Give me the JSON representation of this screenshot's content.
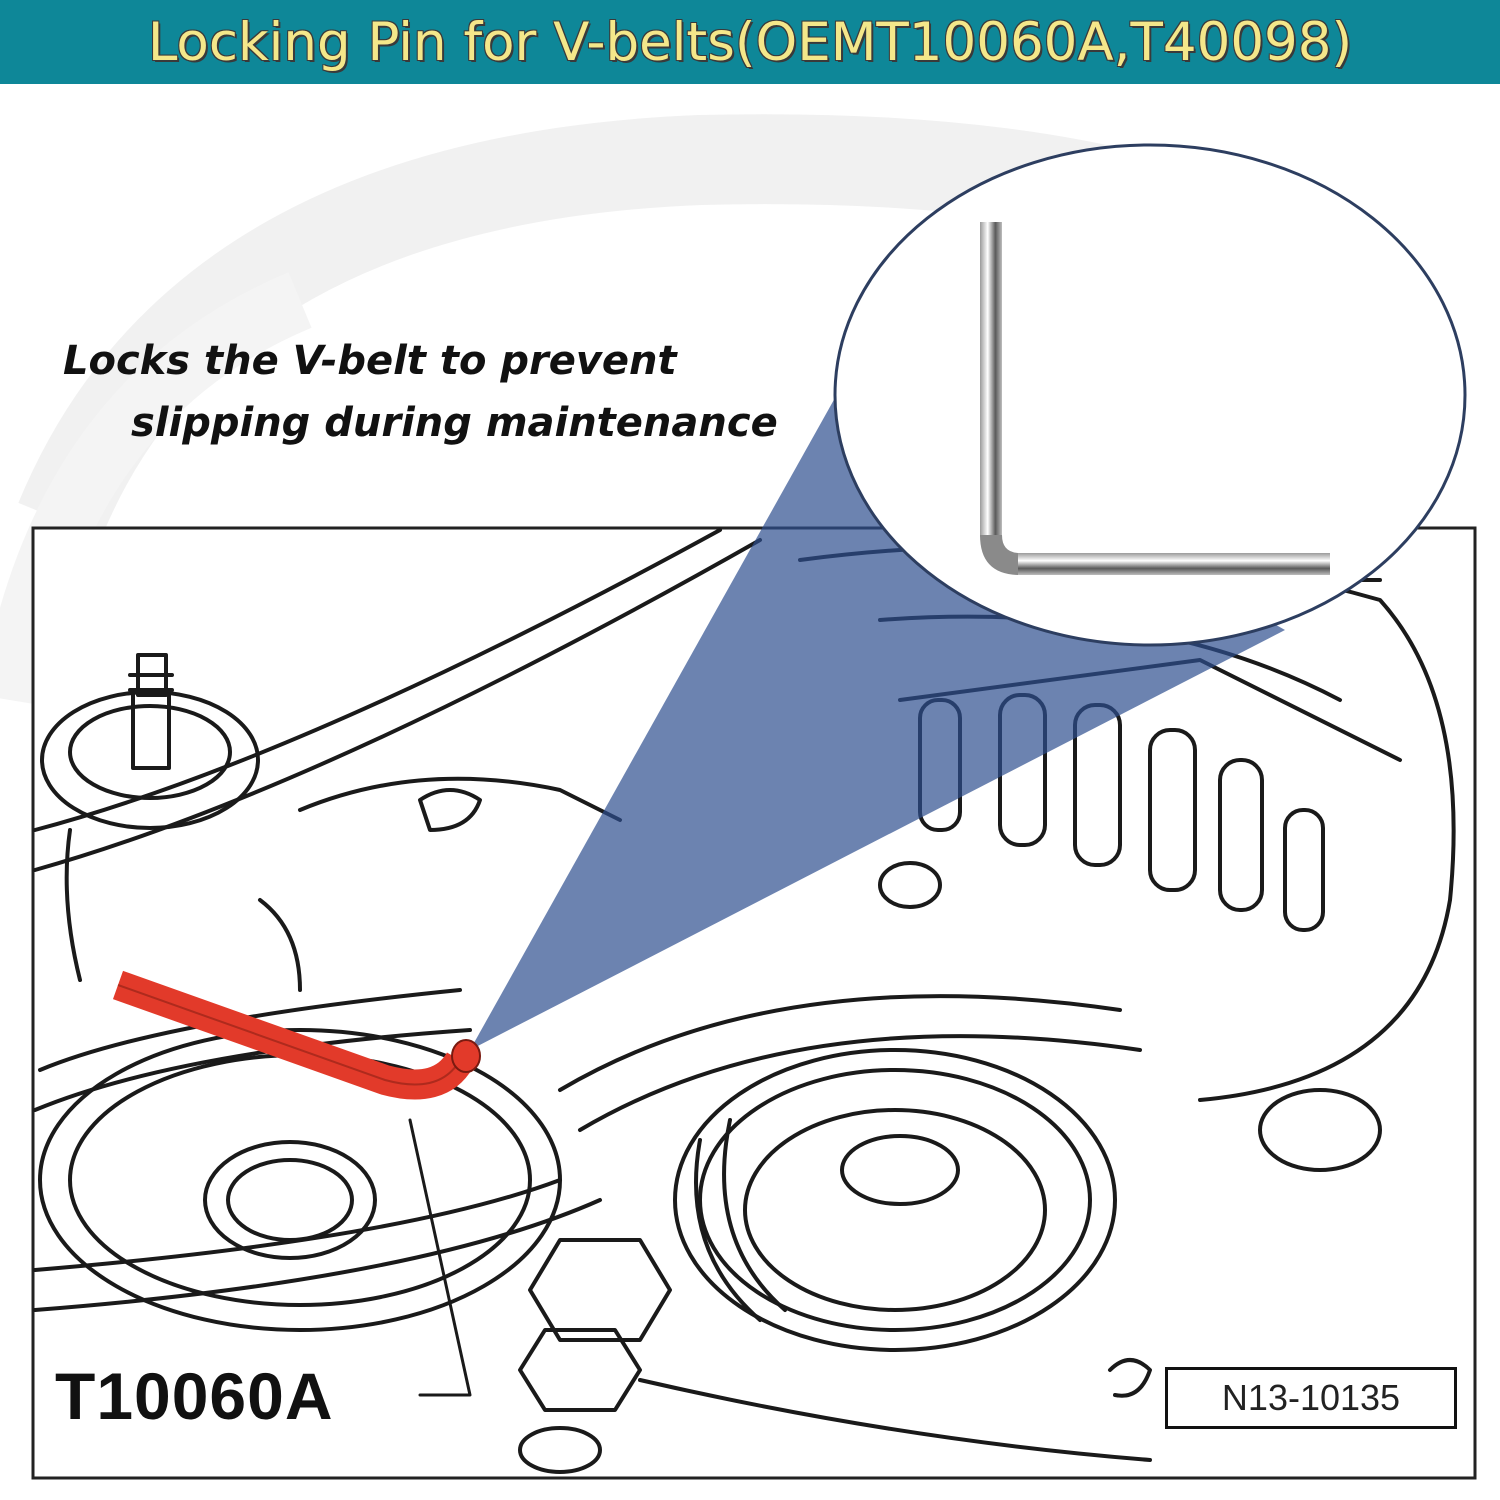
{
  "banner": {
    "title": "Locking Pin for V-belts(OEMT10060A,T40098)"
  },
  "caption": {
    "line1": "Locks the V-belt to prevent",
    "line2": "slipping during maintenance"
  },
  "diagram": {
    "tool_code": "T10060A",
    "figure_ref": "N13-10135"
  },
  "colors": {
    "banner_bg": "#0e8798",
    "banner_text": "#f4e78a",
    "highlight_pin": "#e23a2a",
    "callout_cone": "#2d4f8f"
  },
  "icons": {
    "zoom": "locking-pin-closeup-icon",
    "pin": "l-shaped-locking-pin-icon"
  }
}
